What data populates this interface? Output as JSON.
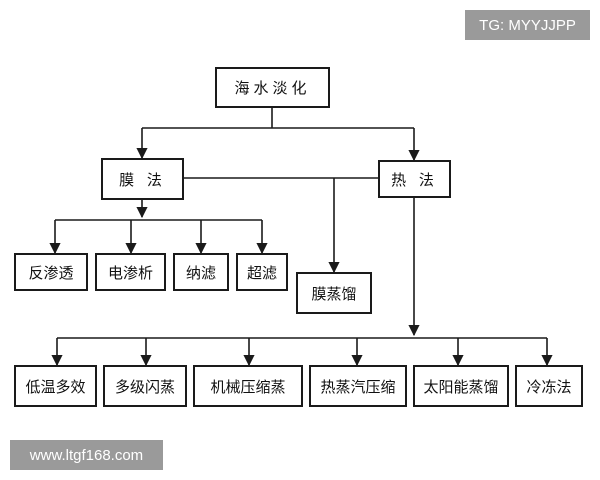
{
  "watermark_top": "TG: MYYJJPP",
  "watermark_bottom": "www.ltgf168.com",
  "diagram": {
    "root": "海水淡化",
    "membrane": "膜 法",
    "thermal": "热 法",
    "membrane_methods": [
      "反渗透",
      "电渗析",
      "纳滤",
      "超滤"
    ],
    "membrane_distillation": "膜蒸馏",
    "thermal_methods": [
      "低温多效",
      "多级闪蒸",
      "机械压缩蒸",
      "热蒸汽压缩",
      "太阳能蒸馏",
      "冷冻法"
    ]
  },
  "colors": {
    "line": "#1a1a1a",
    "box_border": "#1a1a1a",
    "watermark_bg": "#9a9a9a"
  }
}
